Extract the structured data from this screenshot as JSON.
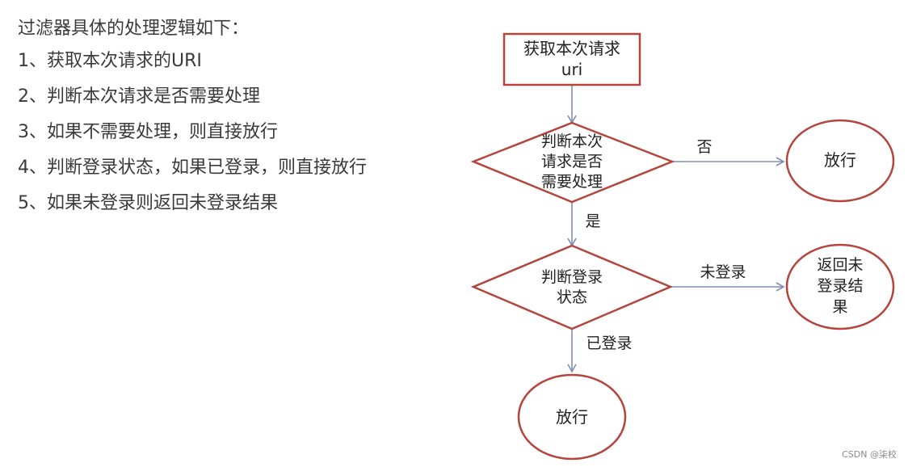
{
  "description": {
    "intro": "过滤器具体的处理逻辑如下：",
    "steps": [
      {
        "num": "1、",
        "text": "获取本次请求的URI"
      },
      {
        "num": "2、",
        "text": "判断本次请求是否需要处理"
      },
      {
        "num": "3、",
        "text": "如果不需要处理，则直接放行"
      },
      {
        "num": "4、",
        "text": "判断登录状态，如果已登录，则直接放行"
      },
      {
        "num": "5、",
        "text": "如果未登录则返回未登录结果"
      }
    ]
  },
  "flowchart": {
    "start_box": {
      "line1": "获取本次请求",
      "line2": "uri"
    },
    "decision1": {
      "line1": "判断本次",
      "line2": "请求是否",
      "line3": "需要处理"
    },
    "decision1_no_label": "否",
    "decision1_yes_label": "是",
    "release1": {
      "label": "放行"
    },
    "decision2": {
      "line1": "判断登录",
      "line2": "状态"
    },
    "decision2_not_logged_label": "未登录",
    "decision2_logged_label": "已登录",
    "return_result": {
      "line1": "返回未",
      "line2": "登录结",
      "line3": "果"
    },
    "release2": {
      "label": "放行"
    }
  },
  "colors": {
    "shape_stroke": "#b5443d",
    "arrow": "#7e8fb4",
    "text": "#222222"
  },
  "watermark": "CSDN @柒校"
}
